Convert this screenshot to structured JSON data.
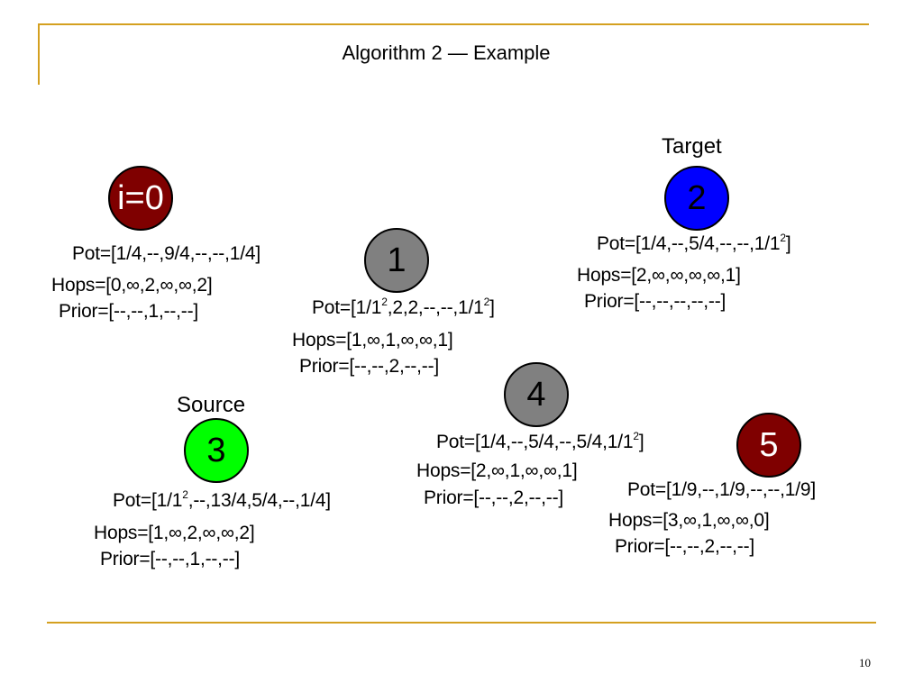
{
  "slide": {
    "title": "Algorithm 2 — Example",
    "page_number": "10"
  },
  "colors": {
    "accent_rule": "#d4a020",
    "node_current": "#7f0000",
    "node_visited": "#808080",
    "node_target": "#0000ff",
    "node_source": "#00ff00"
  },
  "nodes": [
    {
      "id": "i0",
      "label": "i=0",
      "color": "#7f0000",
      "pot": "Pot=[1/4,--,9/4,--,--,1/4]",
      "hops": "Hops=[0,∞,2,∞,∞,2]",
      "prior": "Prior=[--,--,1,--,--]"
    },
    {
      "id": "n1",
      "label": "1",
      "color": "#808080",
      "pot_parts": [
        "Pot=[1/1",
        "2",
        ",2,2,--,--,1/1",
        "2",
        "]"
      ],
      "hops": "Hops=[1,∞,1,∞,∞,1]",
      "prior": "Prior=[--,--,2,--,--]"
    },
    {
      "id": "n2",
      "label": "2",
      "color": "#0000ff",
      "caption": "Target",
      "pot_parts": [
        "Pot=[1/4,--,5/4,--,--,1/1",
        "2",
        "]"
      ],
      "hops": "Hops=[2,∞,∞,∞,∞,1]",
      "prior": "Prior=[--,--,--,--,--]"
    },
    {
      "id": "n3",
      "label": "3",
      "color": "#00ff00",
      "caption": "Source",
      "pot_parts": [
        "Pot=[1/1",
        "2",
        ",--,13/4,5/4,--,1/4]"
      ],
      "hops": "Hops=[1,∞,2,∞,∞,2]",
      "prior": "Prior=[--,--,1,--,--]"
    },
    {
      "id": "n4",
      "label": "4",
      "color": "#808080",
      "pot_parts": [
        "Pot=[1/4,--,5/4,--,5/4,1/1",
        "2",
        "]"
      ],
      "hops": "Hops=[2,∞,1,∞,∞,1]",
      "prior": "Prior=[--,--,2,--,--]"
    },
    {
      "id": "n5",
      "label": "5",
      "color": "#7f0000",
      "pot": "Pot=[1/9,--,1/9,--,--,1/9]",
      "hops": "Hops=[3,∞,1,∞,∞,0]",
      "prior": "Prior=[--,--,2,--,--]"
    }
  ]
}
